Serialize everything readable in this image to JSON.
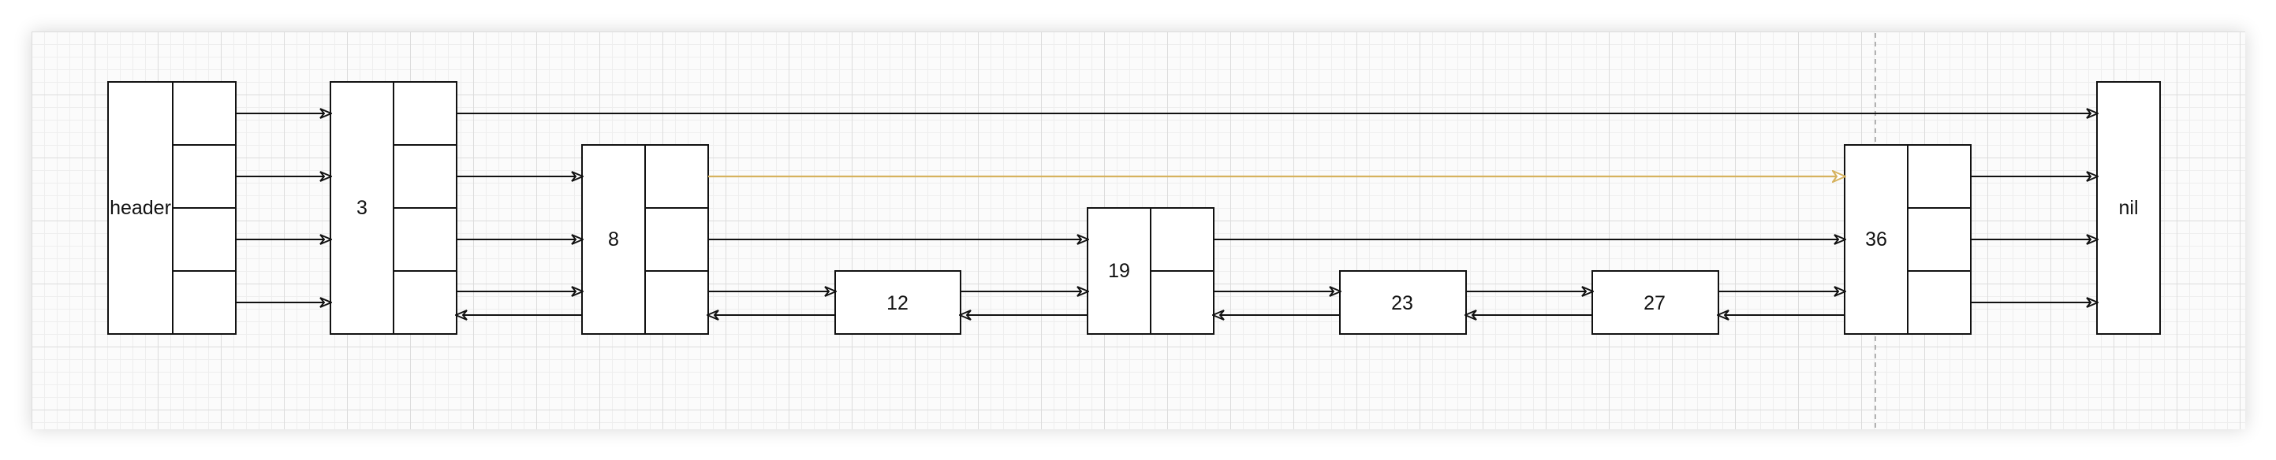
{
  "colors": {
    "stroke": "#111111",
    "highlight": "#d6b25e",
    "guide": "#9a9a9a",
    "node_fill": "#ffffff"
  },
  "nodes": {
    "header": "header",
    "n3": "3",
    "n8": "8",
    "n12": "12",
    "n19": "19",
    "n23": "23",
    "n27": "27",
    "n36": "36",
    "nil": "nil"
  }
}
